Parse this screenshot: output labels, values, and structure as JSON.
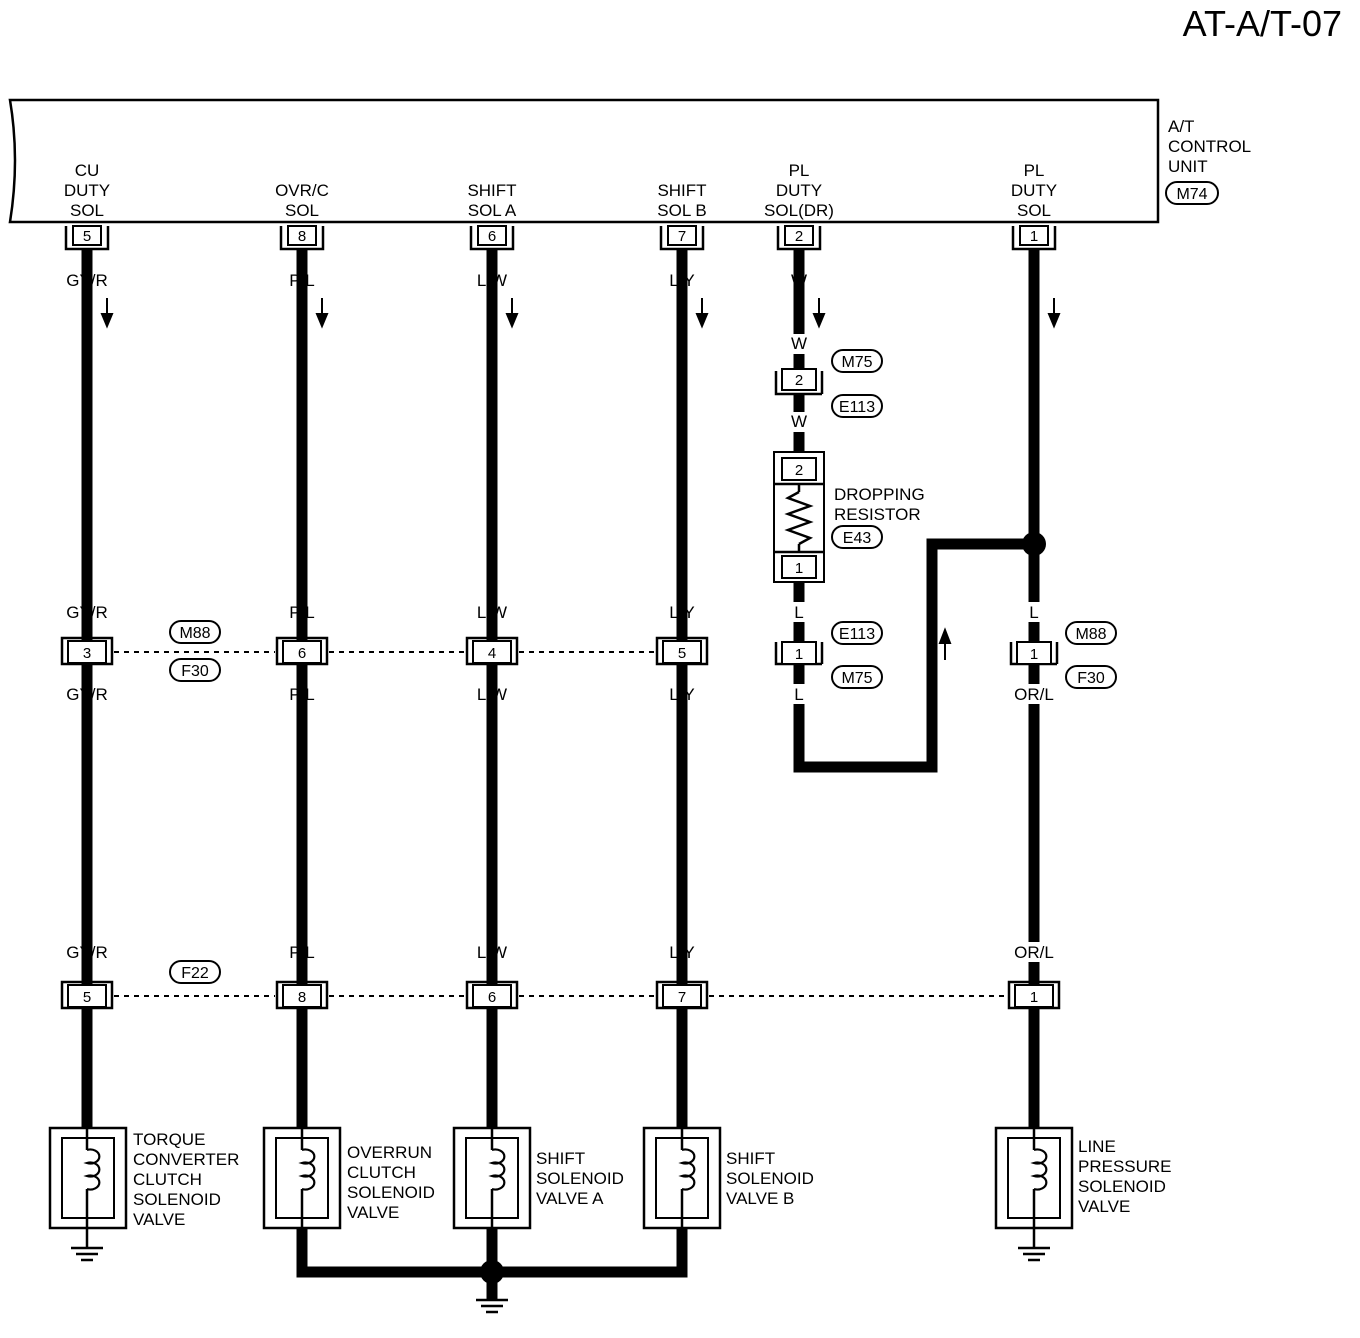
{
  "page_id": "AT-A/T-07",
  "control_unit": {
    "name": [
      "A/T",
      "CONTROL",
      "UNIT"
    ],
    "connector": "M74"
  },
  "circuits": [
    {
      "id": "cu",
      "term_label": [
        "CU",
        "DUTY",
        "SOL"
      ],
      "unit_pin": "5",
      "wire_colors": [
        "GY/R",
        "GY/R",
        "GY/R",
        "GY/R"
      ],
      "mid_pin": "3",
      "f22_pin": "5",
      "component": [
        "TORQUE",
        "CONVERTER",
        "CLUTCH",
        "SOLENOID",
        "VALVE"
      ]
    },
    {
      "id": "ovr",
      "term_label": [
        "OVR/C",
        "SOL"
      ],
      "unit_pin": "8",
      "wire_colors": [
        "P/L",
        "P/L",
        "P/L",
        "P/L"
      ],
      "mid_pin": "6",
      "f22_pin": "8",
      "component": [
        "OVERRUN",
        "CLUTCH",
        "SOLENOID",
        "VALVE"
      ]
    },
    {
      "id": "sa",
      "term_label": [
        "SHIFT",
        "SOL A"
      ],
      "unit_pin": "6",
      "wire_colors": [
        "L/W",
        "L/W",
        "L/W",
        "L/W"
      ],
      "mid_pin": "4",
      "f22_pin": "6",
      "component": [
        "SHIFT",
        "SOLENOID",
        "VALVE A"
      ]
    },
    {
      "id": "sb",
      "term_label": [
        "SHIFT",
        "SOL B"
      ],
      "unit_pin": "7",
      "wire_colors": [
        "L/Y",
        "L/Y",
        "L/Y",
        "L/Y"
      ],
      "mid_pin": "5",
      "f22_pin": "7",
      "component": [
        "SHIFT",
        "SOLENOID",
        "VALVE B"
      ]
    },
    {
      "id": "pldr",
      "term_label": [
        "PL",
        "DUTY",
        "SOL(DR)"
      ],
      "unit_pin": "2",
      "wire_colors": [
        "W",
        "W",
        "W",
        "L",
        "L"
      ],
      "m75_pin": "2",
      "resistor_pins": [
        "2",
        "1"
      ],
      "mid_pin": "1",
      "resistor": [
        "DROPPING",
        "RESISTOR"
      ],
      "resistor_connector": "E43"
    },
    {
      "id": "pl",
      "term_label": [
        "PL",
        "DUTY",
        "SOL"
      ],
      "unit_pin": "1",
      "wire_colors": [
        "L",
        "L",
        "OR/L",
        "OR/L"
      ],
      "mid_pin": "1",
      "f22_pin": "1",
      "component": [
        "LINE",
        "PRESSURE",
        "SOLENOID",
        "VALVE"
      ]
    }
  ],
  "connectors": {
    "m75": "M75",
    "e113": "E113",
    "m88": "M88",
    "f30": "F30",
    "f22": "F22"
  }
}
